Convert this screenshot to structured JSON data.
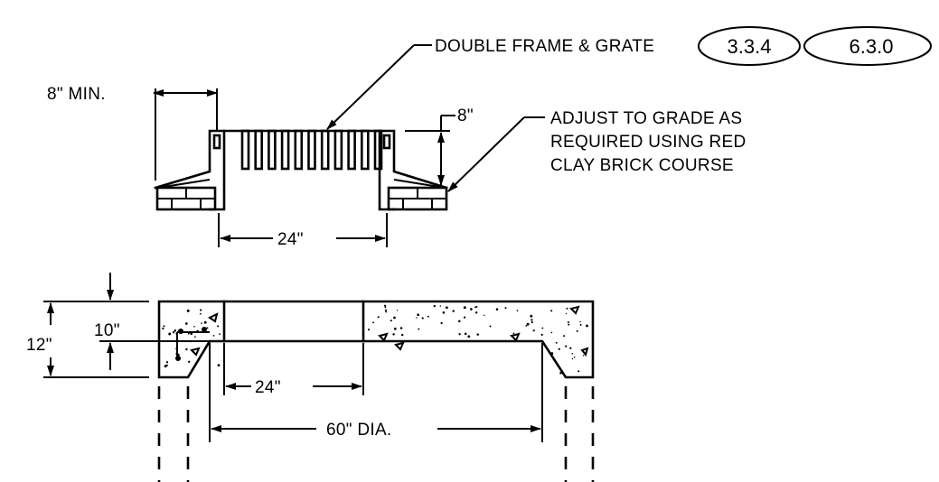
{
  "callouts": {
    "frame_grate": "DOUBLE FRAME & GRATE",
    "ref_a": "3.3.4",
    "ref_b": "6.3.0",
    "adjust_line1": "ADJUST TO GRADE AS",
    "adjust_line2": "REQUIRED USING RED",
    "adjust_line3": "CLAY BRICK COURSE"
  },
  "dimensions": {
    "frame_min": "8\" MIN.",
    "frame_height": "8\"",
    "grate_opening": "24\"",
    "slab_thickness": "12\"",
    "slab_inner": "10\"",
    "slab_opening": "24\"",
    "diameter": "60\" DIA."
  }
}
